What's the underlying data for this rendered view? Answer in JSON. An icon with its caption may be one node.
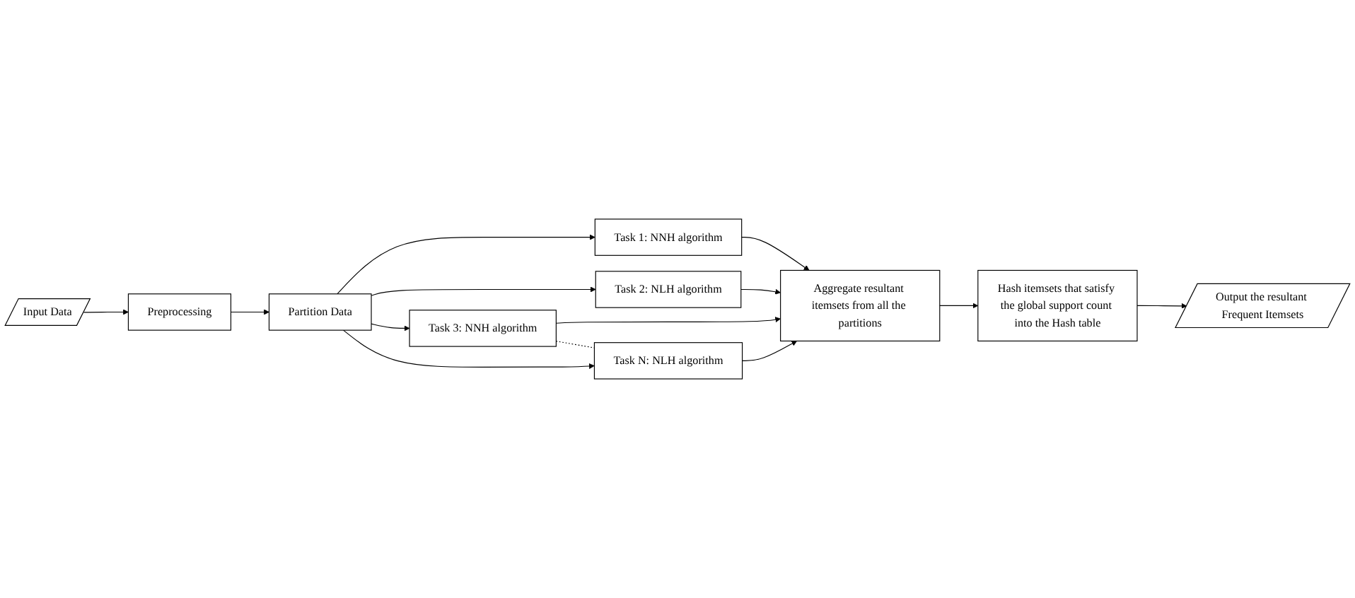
{
  "diagram": {
    "nodes": [
      {
        "text": [
          "Input Data"
        ]
      },
      {
        "text": [
          "Preprocessing"
        ]
      },
      {
        "text": [
          "Partition Data"
        ]
      },
      {
        "text": [
          "Task 1: NNH algorithm"
        ]
      },
      {
        "text": [
          "Task 2: NLH algorithm"
        ]
      },
      {
        "text": [
          "Task 3: NNH algorithm"
        ]
      },
      {
        "text": [
          "Task N: NLH algorithm"
        ]
      },
      {
        "text": [
          "Aggregate resultant itemsets from all the partitions"
        ]
      },
      {
        "text": [
          "Hash itemsets that satisfy the global support count into the Hash table"
        ]
      },
      {
        "text": [
          "Output the resultant Frequent Itemsets"
        ]
      }
    ],
    "edges": [
      {
        "from": 0,
        "to": 1,
        "arrow": "to"
      },
      {
        "from": 1,
        "to": 2,
        "arrow": "to"
      },
      {
        "from": 2,
        "to": 3,
        "arrow": "to"
      },
      {
        "from": 2,
        "to": 4,
        "arrow": "to"
      },
      {
        "from": 2,
        "to": 5,
        "arrow": "to"
      },
      {
        "from": 2,
        "to": 6,
        "arrow": "to"
      },
      {
        "from": 3,
        "to": 7,
        "arrow": "to"
      },
      {
        "from": 4,
        "to": 7,
        "arrow": "to"
      },
      {
        "from": 5,
        "to": 7,
        "arrow": "to"
      },
      {
        "from": 6,
        "to": 7,
        "arrow": "to"
      },
      {
        "from": 5,
        "to": 6,
        "arrow": "none",
        "style": "dashed"
      },
      {
        "from": 7,
        "to": 8,
        "arrow": "to"
      },
      {
        "from": 8,
        "to": 9,
        "arrow": "to"
      }
    ]
  }
}
